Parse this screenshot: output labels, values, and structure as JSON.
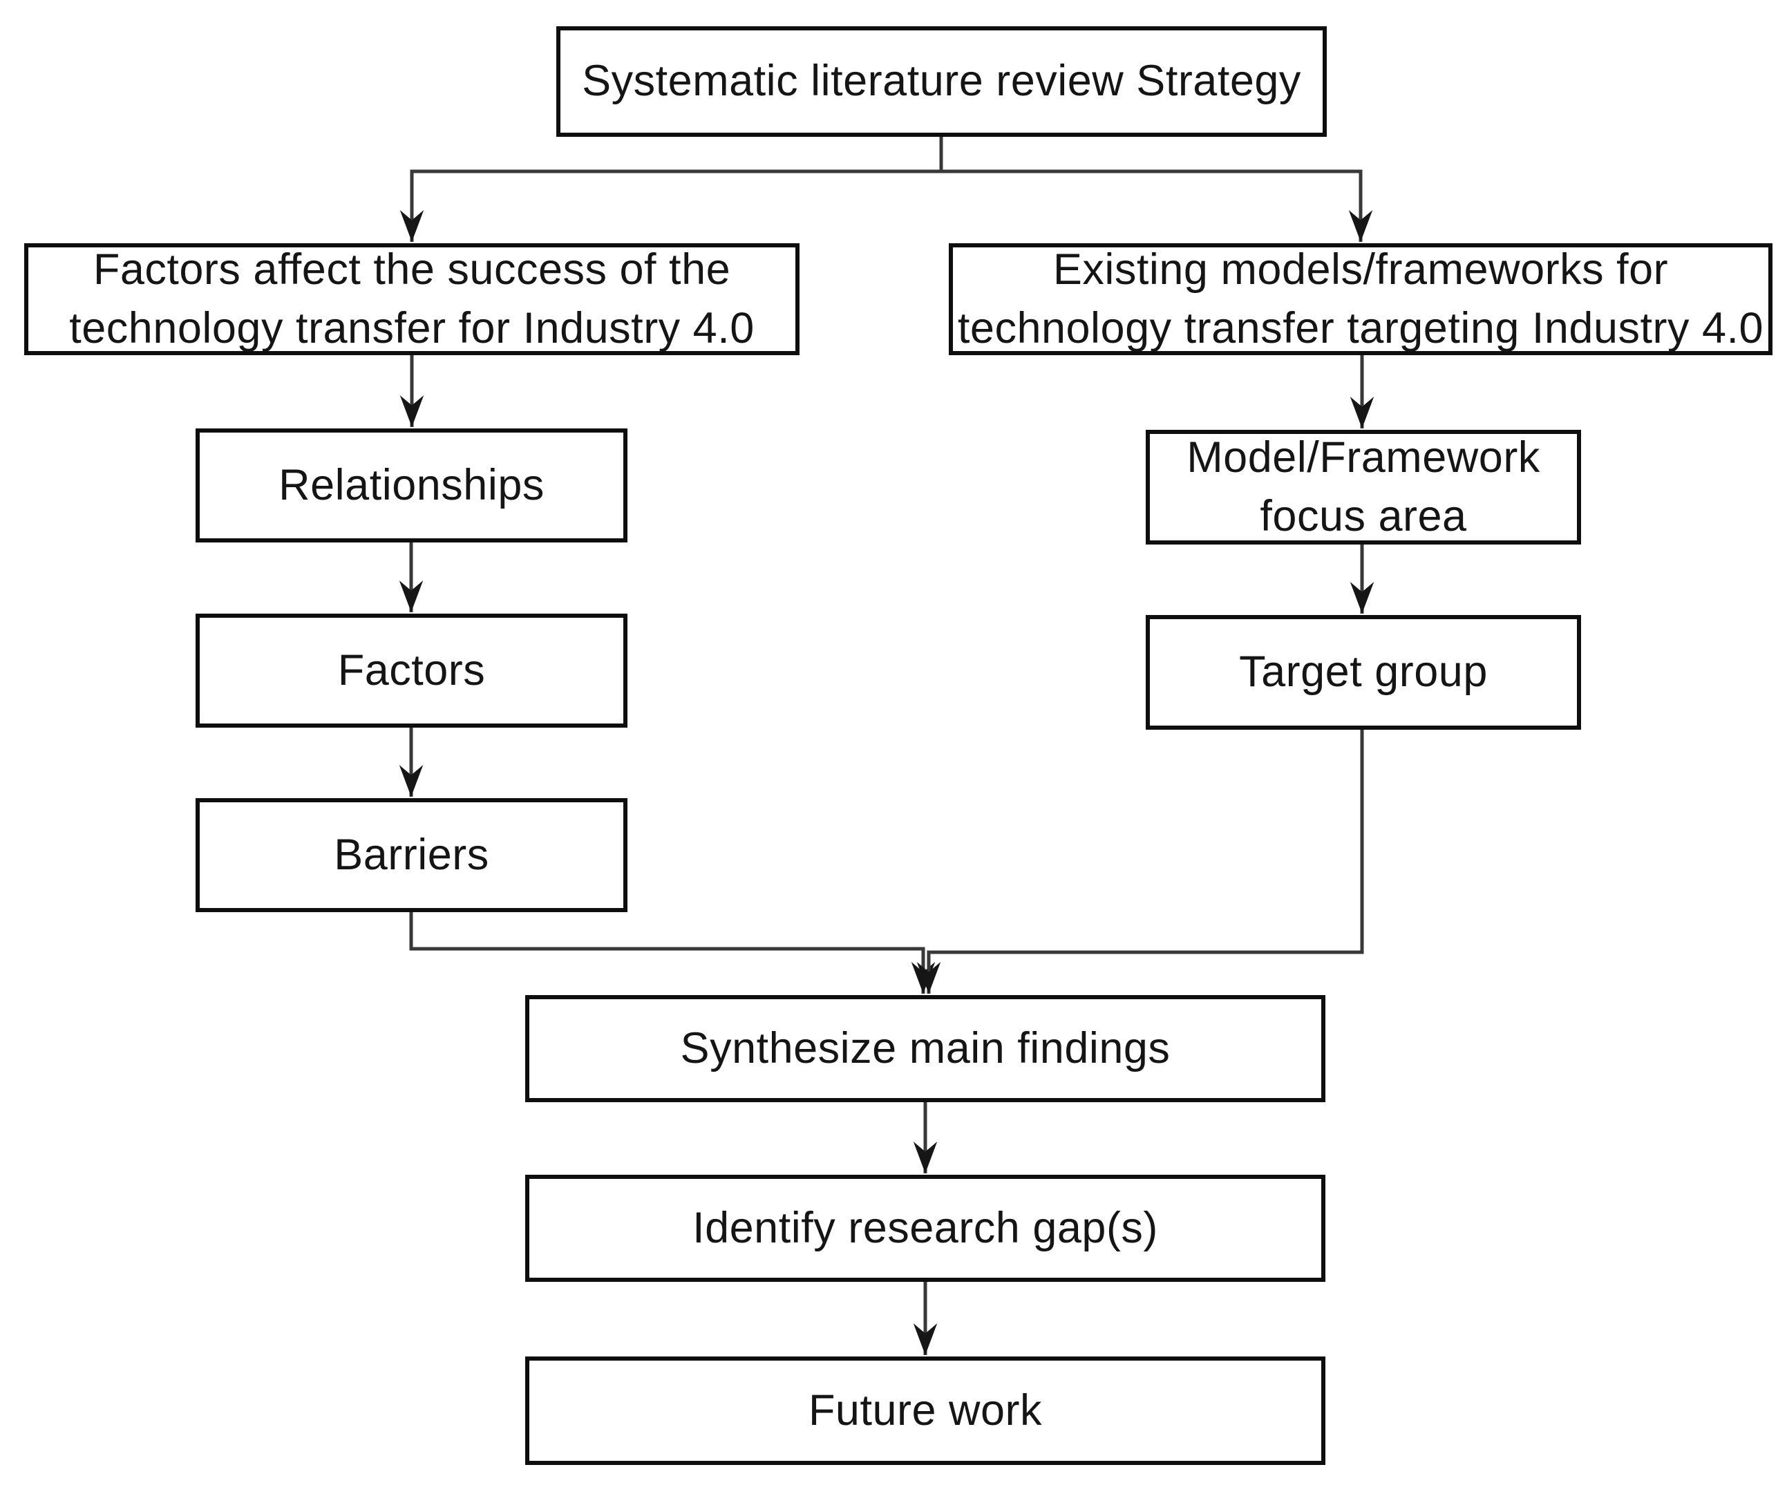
{
  "canvas": {
    "background": "#ffffff",
    "line_color": "#383838",
    "arrow_color": "#161616",
    "box_border_color": "#0e0e0e",
    "text_color": "#151515"
  },
  "nodes": {
    "root": {
      "lines": [
        "Systematic literature review Strategy"
      ]
    },
    "factors_success": {
      "lines": [
        "Factors affect the success of the",
        "technology transfer for Industry 4.0"
      ]
    },
    "existing_models": {
      "lines": [
        "Existing models/frameworks for",
        "technology transfer targeting Industry 4.0"
      ]
    },
    "relationships": {
      "lines": [
        "Relationships"
      ]
    },
    "factors": {
      "lines": [
        "Factors"
      ]
    },
    "barriers": {
      "lines": [
        "Barriers"
      ]
    },
    "model_focus": {
      "lines": [
        "Model/Framework",
        "focus area"
      ]
    },
    "target_group": {
      "lines": [
        "Target group"
      ]
    },
    "synthesize": {
      "lines": [
        "Synthesize main findings"
      ]
    },
    "research_gaps": {
      "lines": [
        "Identify research gap(s)"
      ]
    },
    "future_work": {
      "lines": [
        "Future work"
      ]
    }
  },
  "edges": [
    {
      "from": "root",
      "to": "factors_success"
    },
    {
      "from": "root",
      "to": "existing_models"
    },
    {
      "from": "factors_success",
      "to": "relationships"
    },
    {
      "from": "relationships",
      "to": "factors"
    },
    {
      "from": "factors",
      "to": "barriers"
    },
    {
      "from": "existing_models",
      "to": "model_focus"
    },
    {
      "from": "model_focus",
      "to": "target_group"
    },
    {
      "from": "barriers",
      "to": "synthesize"
    },
    {
      "from": "target_group",
      "to": "synthesize"
    },
    {
      "from": "synthesize",
      "to": "research_gaps"
    },
    {
      "from": "research_gaps",
      "to": "future_work"
    }
  ]
}
